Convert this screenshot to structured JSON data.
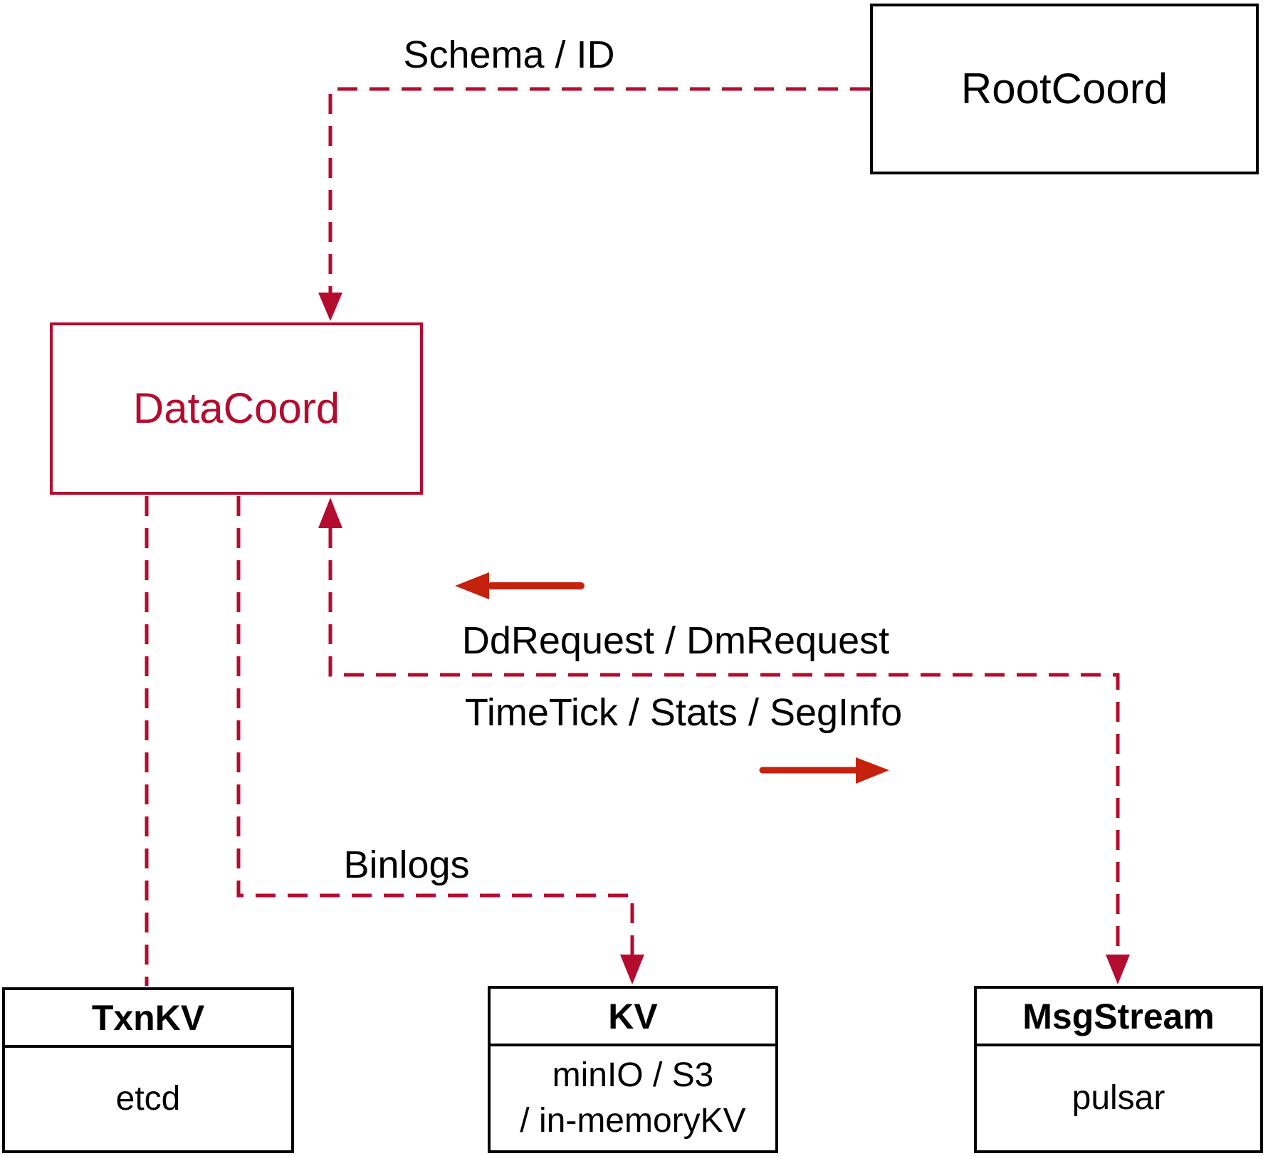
{
  "diagram": {
    "background": "#ffffff",
    "colors": {
      "connector_dashed": "#b40c2f",
      "solid_arrow": "#c5220d",
      "leaf_border": "#000000",
      "text": "#000000"
    },
    "nodes": {
      "rootcoord": {
        "label": "RootCoord"
      },
      "datacoord": {
        "label": "DataCoord"
      },
      "txnkv": {
        "title": "TxnKV",
        "body_lines": [
          "etcd"
        ]
      },
      "kv": {
        "title": "KV",
        "body_lines": [
          "minIO / S3",
          "/ in-memoryKV"
        ]
      },
      "msgstream": {
        "title": "MsgStream",
        "body_lines": [
          "pulsar"
        ]
      }
    },
    "edge_labels": {
      "schema_id": "Schema / ID",
      "dd_dm_request": "DdRequest / DmRequest",
      "timetick_stats_seginfo": "TimeTick / Stats / SegInfo",
      "binlogs": "Binlogs"
    }
  }
}
